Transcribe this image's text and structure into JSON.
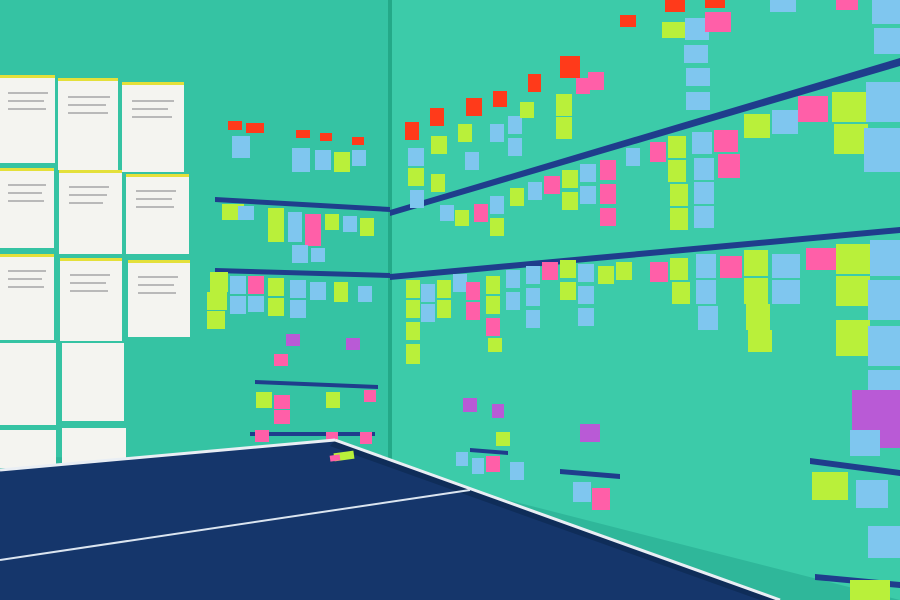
{
  "scene": {
    "colors": {
      "wall_left": "#35c3a3",
      "wall_right": "#3ccba9",
      "wall_shadow": "#24a988",
      "tape": "#1f3d8c",
      "table_top": "#15366b",
      "table_line": "#e9eef4",
      "paper": "#f4f4f0",
      "paper_edge": "#e4e03a",
      "note_yellow_green": "#b9f03a",
      "note_blue": "#7fc6ef",
      "note_pink": "#ff5fa8",
      "note_orange_red": "#ff3a1a",
      "note_purple": "#b95ad6"
    },
    "objects": [
      "left-wall",
      "right-wall",
      "blue-tape-timeline-rows",
      "sticky-notes",
      "printed-documents",
      "table-tennis-table"
    ]
  }
}
